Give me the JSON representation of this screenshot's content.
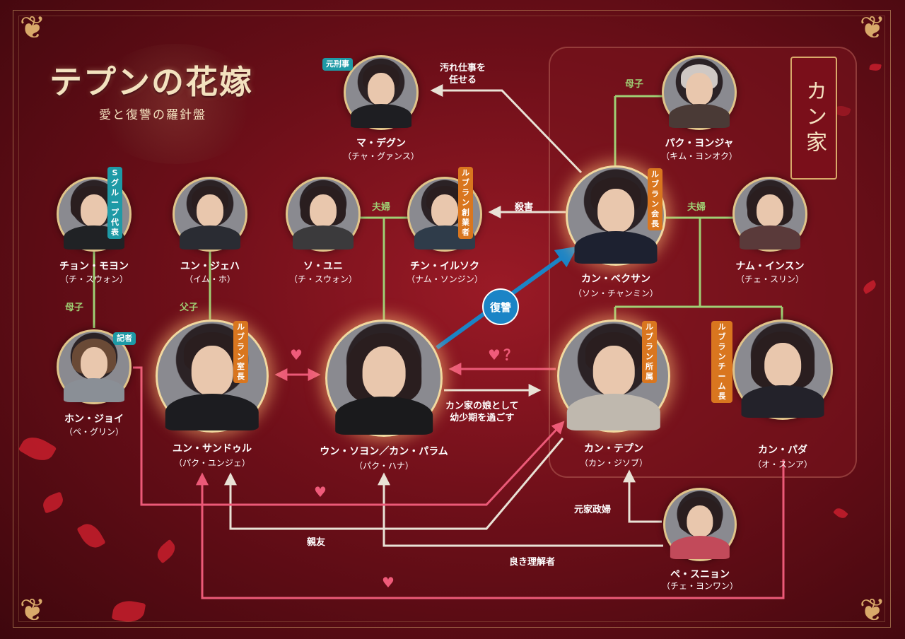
{
  "title": {
    "main": "テプンの花嫁",
    "sub": "愛と復讐の羅針盤"
  },
  "family_label": "カン家",
  "characters": {
    "ma_degun": {
      "name": "マ・デグン",
      "actor": "（チャ・グァンス）",
      "badge": "元刑事"
    },
    "park_yongja": {
      "name": "パク・ヨンジャ",
      "actor": "（キム・ヨンオク）"
    },
    "jeong_moyeon": {
      "name": "チョン・モヨン",
      "actor": "（チ・スウォン）",
      "badge": "Sグループ\n代表"
    },
    "yun_jeha": {
      "name": "ユン・ジェハ",
      "actor": "（イム・ホ）"
    },
    "so_yuni": {
      "name": "ソ・ユニ",
      "actor": "（チ・スウォン）"
    },
    "jin_ilsok": {
      "name": "チン・イルソク",
      "actor": "（ナム・ソンジン）",
      "badge": "ルブラン\n創業者"
    },
    "kang_beksan": {
      "name": "カン・ベクサン",
      "actor": "（ソン・チャンミン）",
      "badge": "ルブラン\n会長"
    },
    "nam_insun": {
      "name": "ナム・インスン",
      "actor": "（チェ・スリン）"
    },
    "hong_joi": {
      "name": "ホン・ジョイ",
      "actor": "（ペ・グリン）",
      "badge": "記者"
    },
    "yun_sandeul": {
      "name": "ユン・サンドゥル",
      "actor": "（パク・ユンジェ）",
      "badge": "ルブラン\n室長"
    },
    "eun_soyeon": {
      "name": "ウン・ソヨン／カン・パラム",
      "actor": "（パク・ハナ）"
    },
    "kang_tepun": {
      "name": "カン・テプン",
      "actor": "（カン・ジソブ）",
      "badge": "ルブラン\n所属"
    },
    "kang_pada": {
      "name": "カン・パダ",
      "actor": "（オ・スンア）",
      "badge": "ルブラン\nチーム長"
    },
    "pe_sunyeon": {
      "name": "ペ・スニョン",
      "actor": "（チェ・ヨンワン）"
    }
  },
  "relations": {
    "dirty_work": "汚れ仕事を\n任せる",
    "mother_child_1": "母子",
    "mother_child_2": "母子",
    "father_child": "父子",
    "couple_1": "夫婦",
    "couple_2": "夫婦",
    "murder": "殺害",
    "revenge": "復讐",
    "raised_as_daughter": "カン家の娘として\n幼少期を過ごす",
    "former_housekeeper": "元家政婦",
    "best_friend": "親友",
    "good_understander": "良き理解者",
    "heart_question": "？"
  },
  "colors": {
    "green_line": "#9fcf74",
    "white_line": "#e9e2d6",
    "pink_line": "#ec5a78",
    "blue_line": "#1b84c6",
    "gold": "#d9a96a"
  }
}
